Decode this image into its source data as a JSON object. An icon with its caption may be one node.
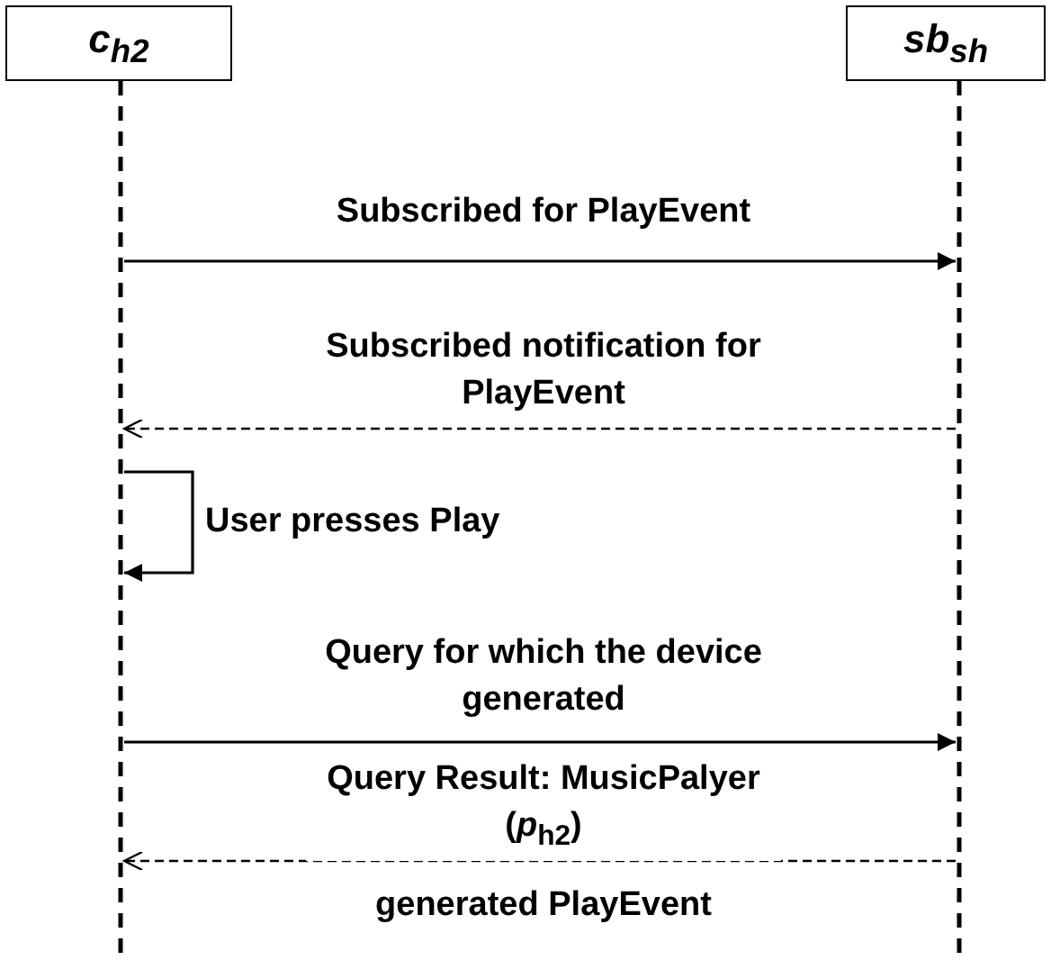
{
  "diagram": {
    "nodes": [
      {
        "text": [
          "*c*$_{h2}$"
        ]
      },
      {
        "text": [
          "*sb*$_{sh}$"
        ]
      }
    ],
    "edges": [
      {
        "from": 0,
        "to": 1,
        "arrow": "to",
        "label": "Subscribed for PlayEvent"
      },
      {
        "from": 1,
        "to": 0,
        "arrow": "to",
        "style": "dashed",
        "label": "Subscribed notification for PlayEvent"
      },
      {
        "from": 0,
        "to": 0,
        "arrow": "to",
        "label": "User presses Play"
      },
      {
        "from": 0,
        "to": 1,
        "arrow": "to",
        "label": "Query for which the device generated"
      },
      {
        "from": 1,
        "to": 0,
        "arrow": "to",
        "style": "dashed",
        "label": "Query Result: MusicPalyer (*p*$_{h2}$)"
      }
    ],
    "labels": [
      "generated PlayEvent"
    ]
  }
}
